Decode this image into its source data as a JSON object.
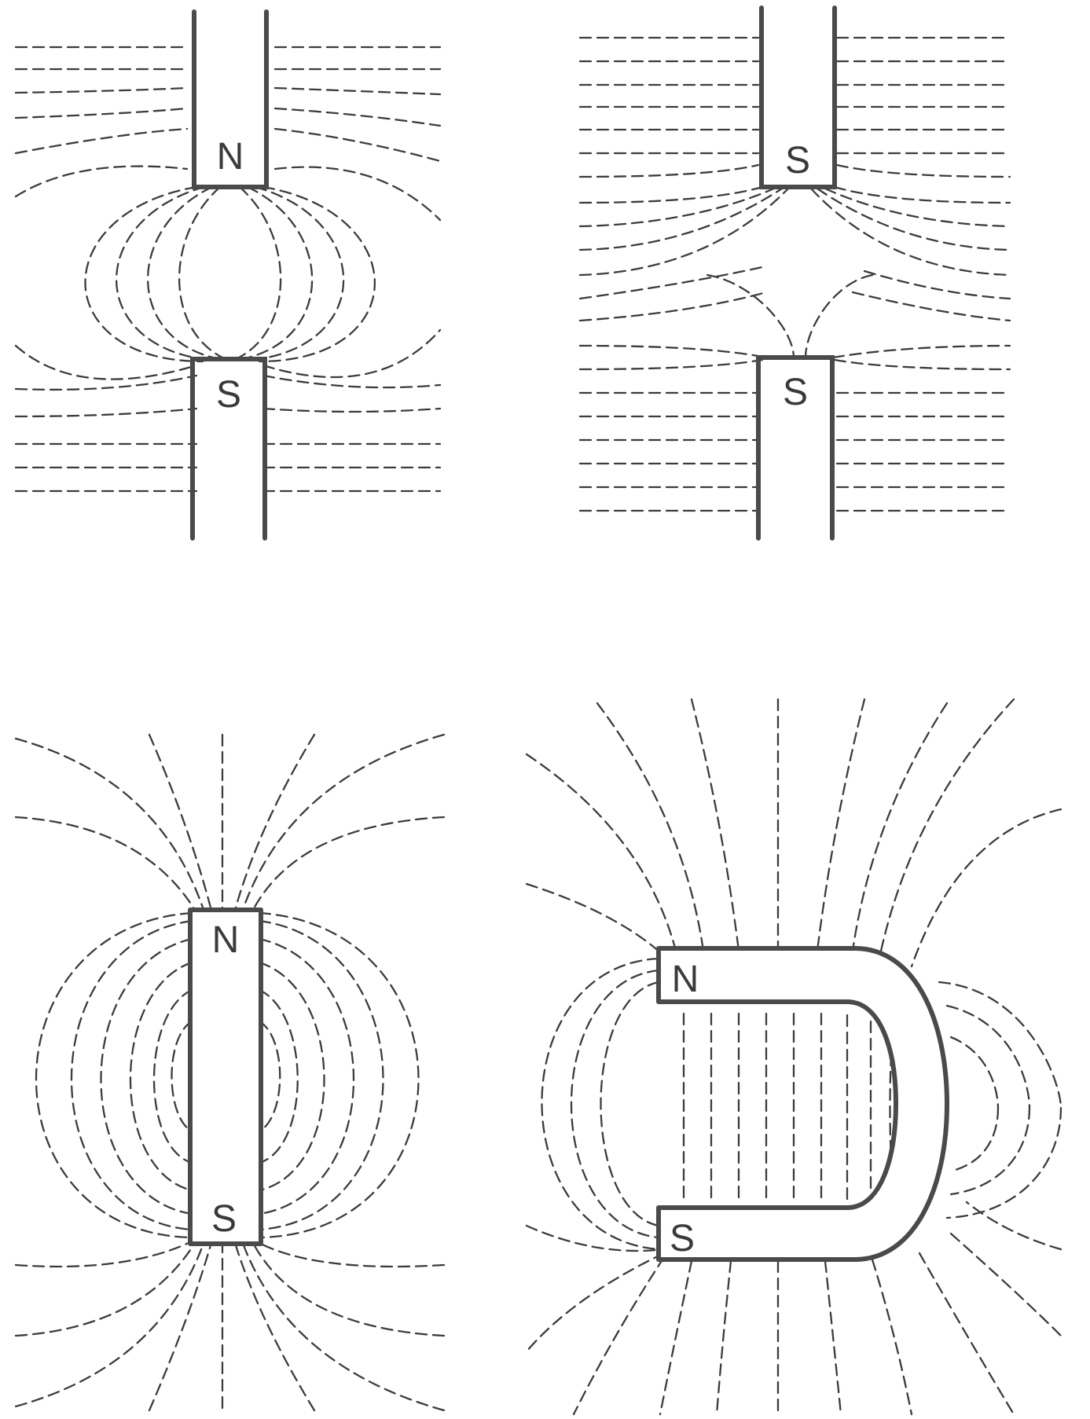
{
  "panels": [
    {
      "id": "attracting-poles",
      "labels": [
        "N",
        "S"
      ]
    },
    {
      "id": "repelling-poles",
      "labels": [
        "S",
        "S"
      ]
    },
    {
      "id": "bar-magnet",
      "labels": [
        "N",
        "S"
      ]
    },
    {
      "id": "horseshoe-magnet",
      "labels": [
        "N",
        "S"
      ]
    }
  ]
}
